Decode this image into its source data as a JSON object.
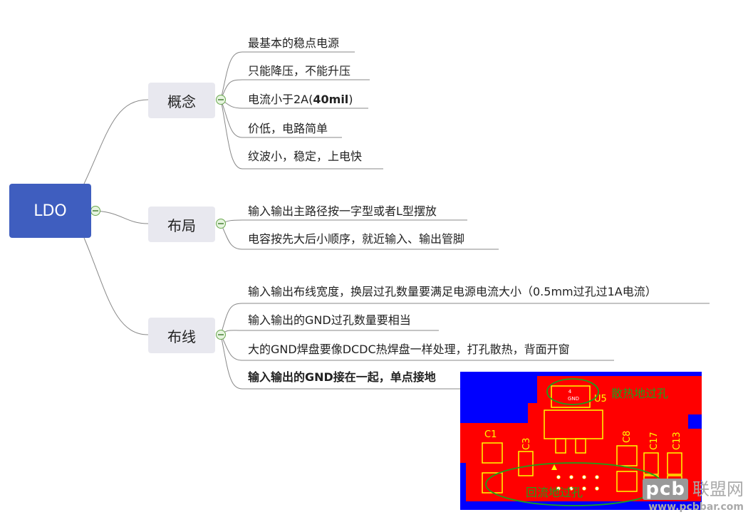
{
  "root": {
    "label": "LDO"
  },
  "branches": [
    {
      "label": "概念",
      "items": [
        "最基本的稳点电源",
        "只能降压，不能升压",
        "电流小于2A(",
        "价低，电路简单",
        "纹波小，稳定，上电快"
      ],
      "bold_part": "40mil",
      "after_bold": ")"
    },
    {
      "label": "布局",
      "items": [
        "输入输出主路径按一字型或者L型摆放",
        "电容按先大后小顺序，就近输入、输出管脚"
      ]
    },
    {
      "label": "布线",
      "items": [
        "输入输出布线宽度，换层过孔数量要满足电源电流大小（0.5mm过孔过1A电流）",
        "输入输出的GND过孔数量要相当",
        "大的GND焊盘要像DCDC热焊盘一样处理，打孔散热，背面开窗",
        "输入输出的GND接在一起，单点接地"
      ]
    }
  ],
  "pcb_image": {
    "labels": {
      "u5": "U5",
      "heat_via": "散热地过孔",
      "return_via": "回流地过孔",
      "c1": "C1",
      "c3": "C3",
      "c8": "C8",
      "c17": "C17",
      "c13": "C13",
      "pad_num": "4",
      "pad_net": "GND"
    }
  },
  "watermark": {
    "logo": "pcb",
    "cn": "联盟网",
    "url": "www.pcbbar.com"
  },
  "colors": {
    "root": "#3f5ebf",
    "branch": "#e8e8ef",
    "line": "#888888",
    "collapse": "#6aa84f",
    "pcb_red": "#ff0000",
    "pcb_blue": "#0000ff",
    "pcb_yellow": "#ffff00",
    "annot_green": "#1aa31a"
  }
}
